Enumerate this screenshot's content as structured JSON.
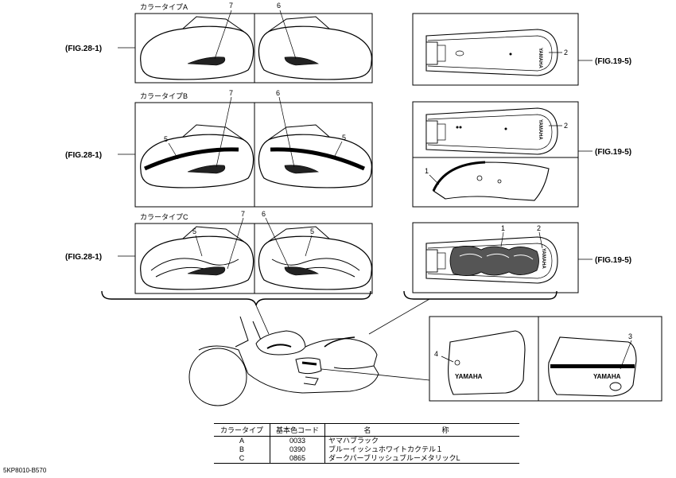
{
  "color_type_labels": [
    "カラータイプA",
    "カラータイプB",
    "カラータイプC"
  ],
  "fig_left": [
    "(FIG.28-1)",
    "(FIG.28-1)",
    "(FIG.28-1)"
  ],
  "fig_right": [
    "(FIG.19-5)",
    "(FIG.19-5)",
    "(FIG.19-5)"
  ],
  "callouts": {
    "tank_a": [
      "7",
      "6"
    ],
    "tank_b": [
      "7",
      "6",
      "5",
      "5"
    ],
    "tank_c": [
      "7",
      "6",
      "5",
      "5"
    ],
    "fender_a": [
      "2"
    ],
    "fender_b": [
      "2",
      "1"
    ],
    "fender_c": [
      "1",
      "2"
    ],
    "side_covers": [
      "4",
      "3"
    ]
  },
  "brand_marks": {
    "fender": "YAMAHA",
    "side_cover": "YAMAHA"
  },
  "legend": {
    "headers": [
      "カラータイプ",
      "基本色コード",
      "名　称"
    ],
    "rows": [
      [
        "A",
        "0033",
        "ヤマハブラック"
      ],
      [
        "B",
        "0390",
        "ブルーイッシュホワイトカクテル１"
      ],
      [
        "C",
        "0865",
        "ダークパーブリッシュブルーメタリックL"
      ]
    ]
  },
  "drawing_code": "5KP8010-B570"
}
